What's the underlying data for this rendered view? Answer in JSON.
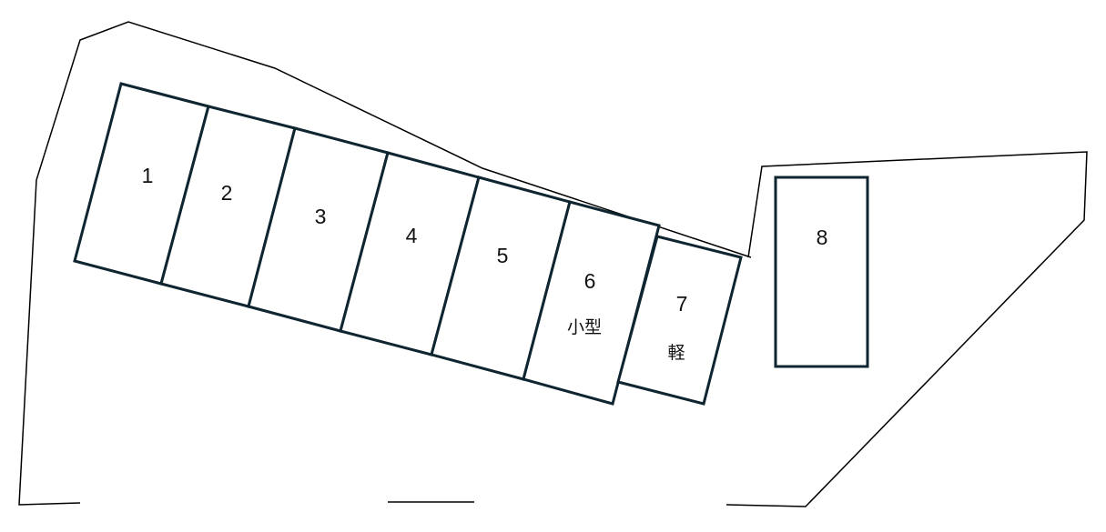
{
  "parking_spaces": [
    {
      "number": "1",
      "note": ""
    },
    {
      "number": "2",
      "note": ""
    },
    {
      "number": "3",
      "note": ""
    },
    {
      "number": "4",
      "note": ""
    },
    {
      "number": "5",
      "note": ""
    },
    {
      "number": "6",
      "note": "小型"
    },
    {
      "number": "7",
      "note": "軽"
    },
    {
      "number": "8",
      "note": ""
    }
  ],
  "colors": {
    "space_outline": "#0f2530",
    "boundary": "#000000",
    "background": "#ffffff"
  }
}
